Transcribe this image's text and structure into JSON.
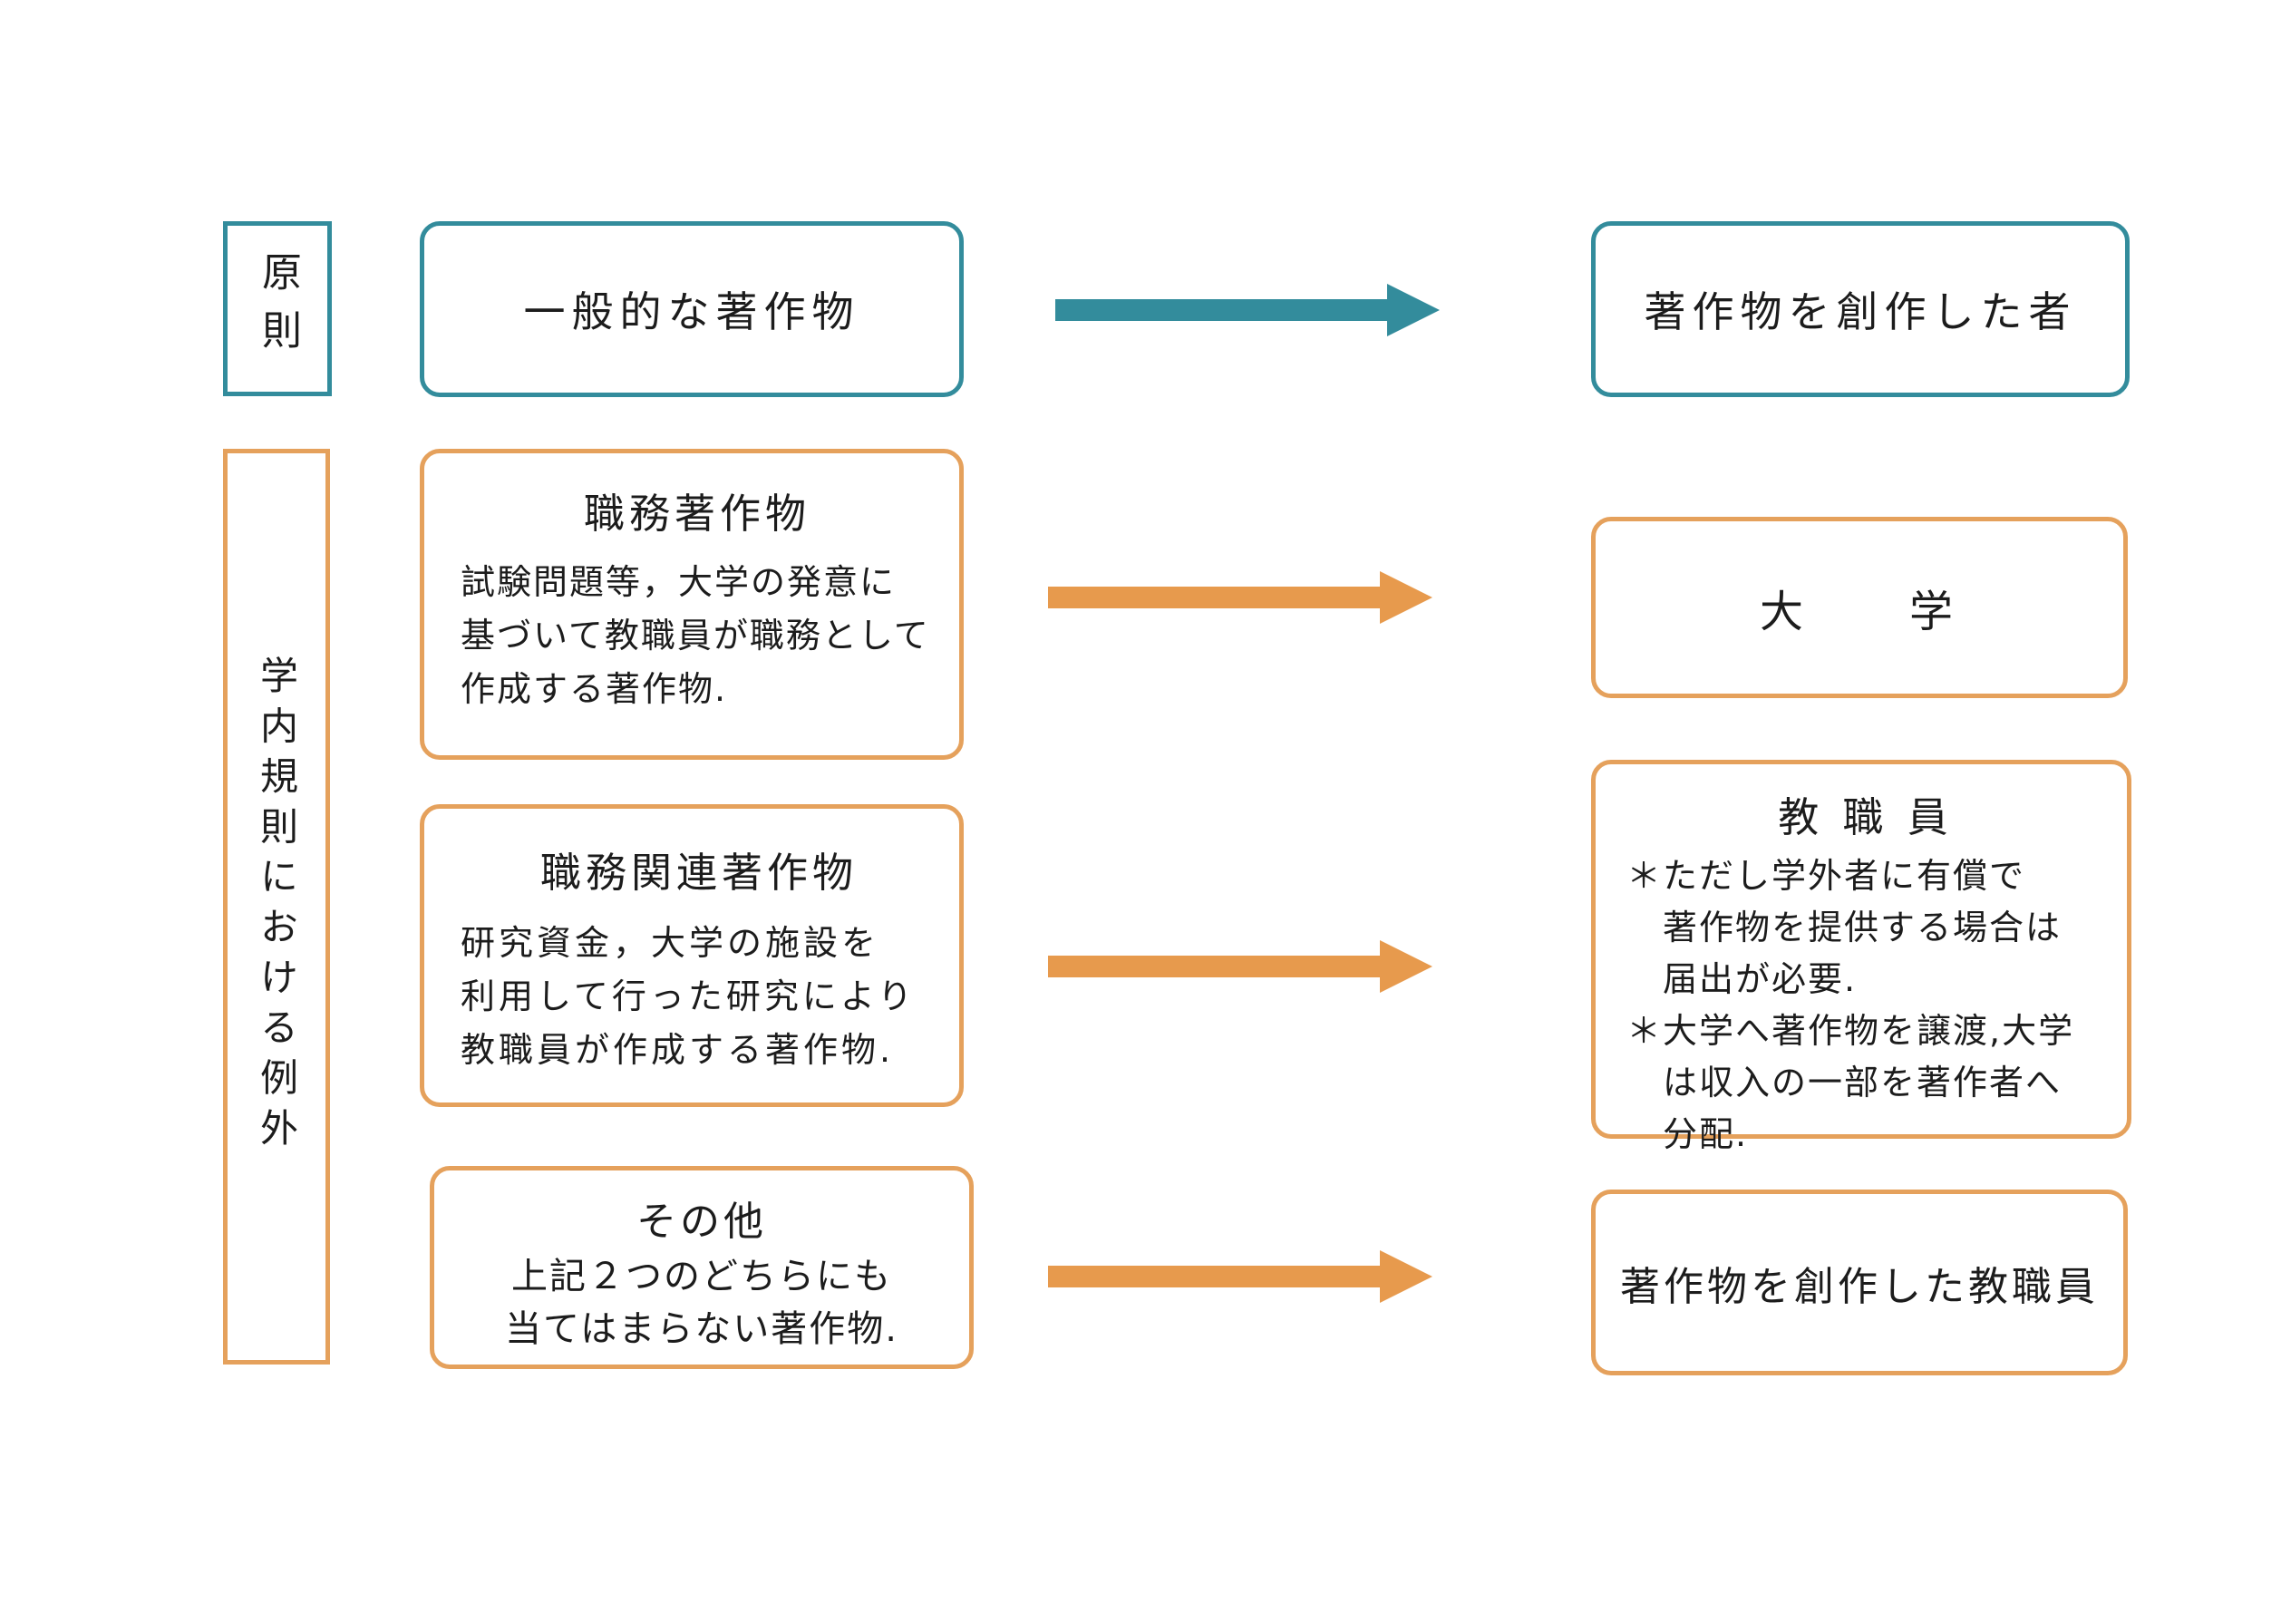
{
  "colors": {
    "teal": "#338C9C",
    "orange_border": "#E5A15C",
    "orange_arrow": "#E79A4D",
    "text": "#1c1c1c",
    "background": "#ffffff"
  },
  "diagram": {
    "principle_row": {
      "side_label": "原則",
      "left_box": "一般的な著作物",
      "right_box": "著作物を創作した者"
    },
    "exception_block": {
      "side_label": "学内規則における例外",
      "row1": {
        "title": "職務著作物",
        "body": "試験問題等，大学の発意に\n基づいて教職員が職務として\n作成する著作物.",
        "right_box": "大　　学"
      },
      "row2": {
        "title": "職務関連著作物",
        "body": "研究資金，大学の施設を\n利用して行った研究により\n教職員が作成する著作物.",
        "right_title": "教 職 員",
        "right_notes": "＊ただし学外者に有償で\n　著作物を提供する場合は\n　届出が必要.\n＊大学へ著作物を譲渡,大学\n　は収入の一部を著作者へ\n　分配."
      },
      "row3": {
        "title": "その他",
        "body": "上記２つのどちらにも\n当てはまらない著作物.",
        "right_box": "著作物を創作した教職員"
      }
    }
  }
}
